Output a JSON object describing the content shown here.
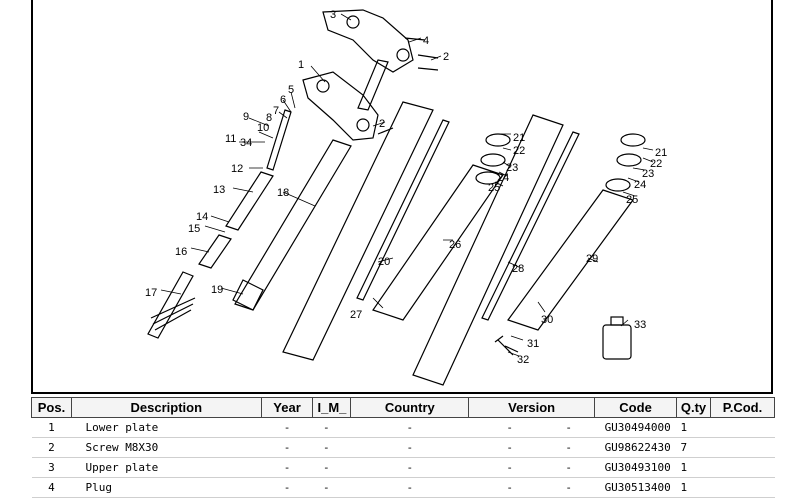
{
  "diagram": {
    "callouts": [
      "1",
      "2",
      "2",
      "3",
      "4",
      "5",
      "6",
      "7",
      "8",
      "9",
      "10",
      "11",
      "12",
      "13",
      "14",
      "15",
      "16",
      "17",
      "18",
      "19",
      "20",
      "21",
      "21",
      "22",
      "22",
      "23",
      "23",
      "24",
      "24",
      "25",
      "25",
      "26",
      "27",
      "28",
      "29",
      "30",
      "31",
      "32",
      "33",
      "34"
    ]
  },
  "table": {
    "headers": [
      "Pos.",
      "Description",
      "Year",
      "I_M_",
      "Country",
      "Version",
      "Code",
      "Q.ty",
      "P.Cod."
    ],
    "rows": [
      {
        "pos": "1",
        "description": "Lower plate",
        "year": "-",
        "im": "-",
        "country": "-",
        "version_a": "-",
        "version_b": "-",
        "code": "GU30494000",
        "qty": "1",
        "pcod": ""
      },
      {
        "pos": "2",
        "description": "Screw M8X30",
        "year": "-",
        "im": "-",
        "country": "-",
        "version_a": "-",
        "version_b": "-",
        "code": "GU98622430",
        "qty": "7",
        "pcod": ""
      },
      {
        "pos": "3",
        "description": "Upper plate",
        "year": "-",
        "im": "-",
        "country": "-",
        "version_a": "-",
        "version_b": "-",
        "code": "GU30493100",
        "qty": "1",
        "pcod": ""
      },
      {
        "pos": "4",
        "description": "Plug",
        "year": "-",
        "im": "-",
        "country": "-",
        "version_a": "-",
        "version_b": "-",
        "code": "GU30513400",
        "qty": "1",
        "pcod": ""
      }
    ]
  }
}
